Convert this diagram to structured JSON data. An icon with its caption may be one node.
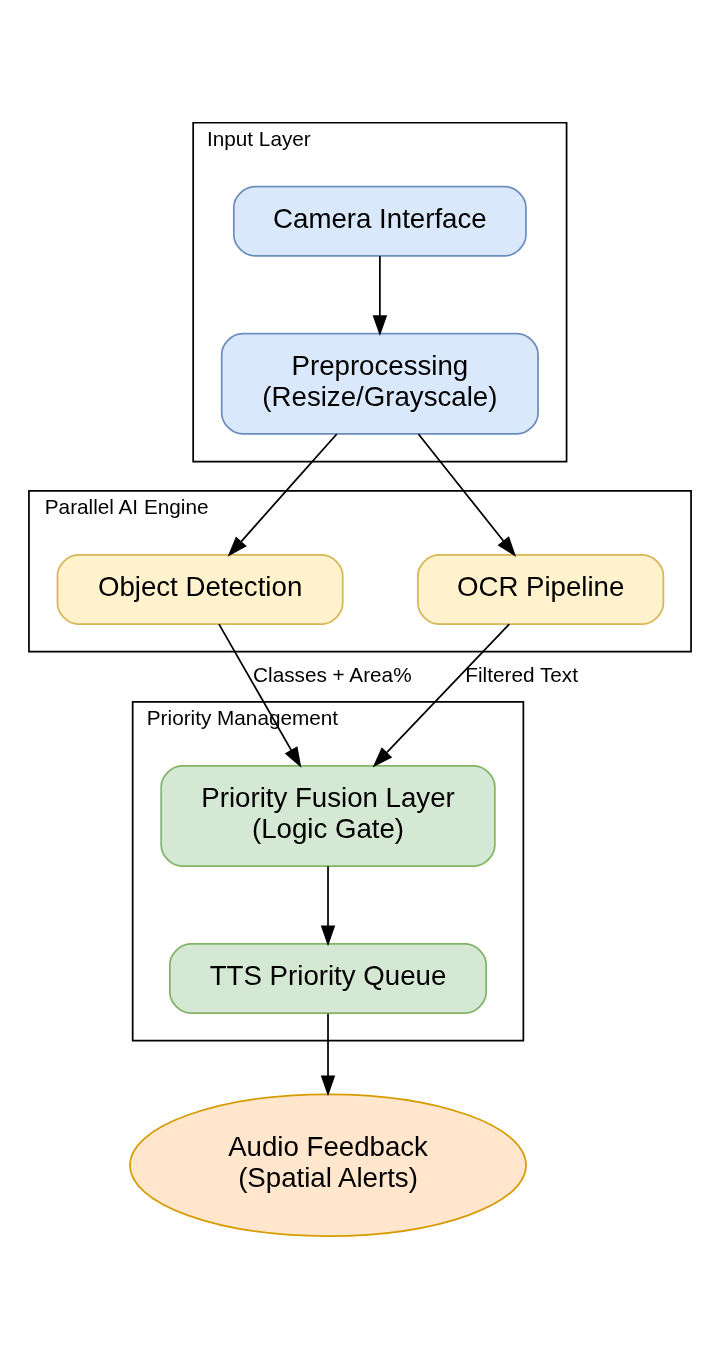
{
  "diagram": {
    "nodes": [
      {
        "text": [
          "Input Layer"
        ]
      },
      {
        "text": [
          "Camera Interface"
        ],
        "in": 0
      },
      {
        "text": [
          "Preprocessing",
          "(Resize/Grayscale)"
        ],
        "in": 0
      },
      {
        "text": [
          "Parallel AI Engine"
        ]
      },
      {
        "text": [
          "Object Detection"
        ],
        "in": 3
      },
      {
        "text": [
          "OCR Pipeline"
        ],
        "in": 3
      },
      {
        "text": [
          "Priority Management"
        ]
      },
      {
        "text": [
          "Priority Fusion Layer",
          "(Logic Gate)"
        ],
        "in": 6
      },
      {
        "text": [
          "TTS Priority Queue"
        ],
        "in": 6
      },
      {
        "text": [
          "Audio Feedback",
          "(Spatial Alerts)"
        ]
      }
    ],
    "edges": [
      {
        "from": 1,
        "to": 2,
        "arrow": "to"
      },
      {
        "from": 2,
        "to": 4,
        "arrow": "to"
      },
      {
        "from": 2,
        "to": 5,
        "arrow": "to"
      },
      {
        "from": 4,
        "to": 7,
        "arrow": "to",
        "label": "Classes + Area%"
      },
      {
        "from": 5,
        "to": 7,
        "arrow": "to",
        "label": "Filtered Text"
      },
      {
        "from": 7,
        "to": 8,
        "arrow": "to"
      },
      {
        "from": 8,
        "to": 9,
        "arrow": "to"
      }
    ]
  }
}
